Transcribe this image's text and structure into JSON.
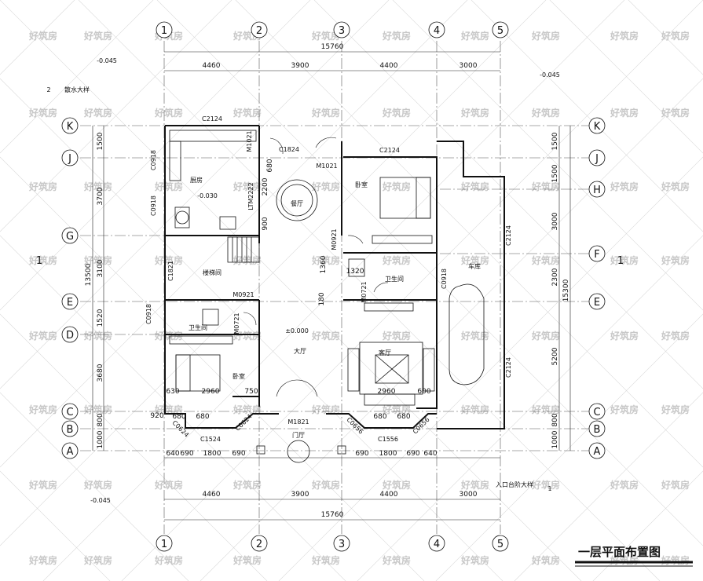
{
  "title": "一层平面布置图",
  "watermark": "好筑房",
  "axes": {
    "columns": [
      "1",
      "2",
      "3",
      "4",
      "5"
    ],
    "rows_left": [
      "K",
      "J",
      "G",
      "E",
      "D",
      "C",
      "B",
      "A"
    ],
    "rows_right": [
      "K",
      "J",
      "H",
      "F",
      "E",
      "C",
      "B",
      "A"
    ]
  },
  "dimensions": {
    "top_spans": [
      "4460",
      "3900",
      "4400",
      "3000"
    ],
    "top_total": "15760",
    "bottom_spans": [
      "4460",
      "3900",
      "4400",
      "3000"
    ],
    "bottom_total": "15760",
    "left_spans": [
      "1500",
      "3700",
      "3100",
      "1520",
      "3680",
      "800",
      "1000"
    ],
    "left_total": "13500",
    "right_spans": [
      "1500",
      "1500",
      "3000",
      "2300",
      "5200",
      "800",
      "1000"
    ],
    "right_total": "15300",
    "front_left": [
      "640",
      "690",
      "1800",
      "690"
    ],
    "front_right": [
      "690",
      "1800",
      "690",
      "640"
    ],
    "misc": [
      "920",
      "680",
      "680",
      "680",
      "680",
      "630",
      "2960",
      "750",
      "2960",
      "600",
      "900",
      "2200",
      "680",
      "1360",
      "180",
      "1320"
    ]
  },
  "levels": {
    "top_left": "-0.045",
    "top_right": "-0.045",
    "bottom_left": "-0.045",
    "kitchen": "-0.030",
    "hall": "±0.000"
  },
  "rooms": {
    "kitchen": "厨房",
    "dining": "餐厅",
    "stair": "楼梯间",
    "bedroom1": "卧室",
    "bedroom2": "卧室",
    "bath1": "卫生间",
    "bath2": "卫生间",
    "hall": "大厅",
    "living": "客厅",
    "garage": "车库",
    "entry": "门厅"
  },
  "openings": {
    "c2124_top": "C2124",
    "m1021a": "M1021",
    "c1824": "C1824",
    "m1021b": "M1021",
    "c2124_bed": "C2124",
    "c0918_a": "C0918",
    "c0918_b": "C0918",
    "ltm": "LTM2222",
    "c1821": "C1821",
    "m0921a": "M0921",
    "m0921b": "M0921",
    "m0721a": "M0721",
    "m0721b": "M0721",
    "c0918_c": "C0918",
    "c0918_d": "C0918",
    "c2124_gar1": "C2124",
    "c2124_gar2": "C2124",
    "c1524": "C1524",
    "c1556": "C1556",
    "c0624": "C0624",
    "c0624b": "C0624",
    "c0656": "C0656",
    "c0656b": "C0656",
    "m1821": "M1821"
  },
  "details": {
    "detail2_num": "2",
    "detail2_text": "散水大样",
    "detail1_num": "1",
    "detail1_text": "入口台阶大样"
  },
  "section": {
    "left": "1",
    "right": "1"
  }
}
